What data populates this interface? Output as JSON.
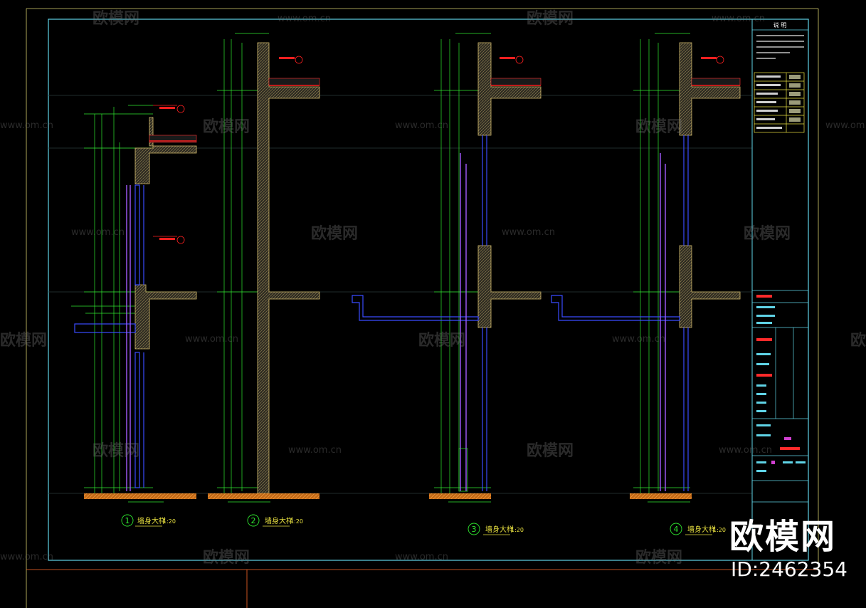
{
  "colors": {
    "background": "#000000",
    "frame": "#5fd3e6",
    "dimension": "#2fe82f",
    "structure_fill": "#3a3a33",
    "structure_edge": "#d8c070",
    "window": "#3a4bff",
    "purple": "#a45cff",
    "red": "#ff2020",
    "orange": "#e37a1f",
    "white": "#ffffff",
    "yellow": "#e8e040"
  },
  "sections": [
    {
      "number": "1",
      "title": "墙身大样",
      "scale": "1:20"
    },
    {
      "number": "2",
      "title": "墙身大样",
      "scale": "1:20"
    },
    {
      "number": "3",
      "title": "墙身大样",
      "scale": "1:20"
    },
    {
      "number": "4",
      "title": "墙身大样",
      "scale": "1:20"
    }
  ],
  "notes": {
    "title": "说 明"
  },
  "watermark": {
    "brand": "欧模网",
    "url": "www.om.cn",
    "id": "ID:2462354"
  }
}
